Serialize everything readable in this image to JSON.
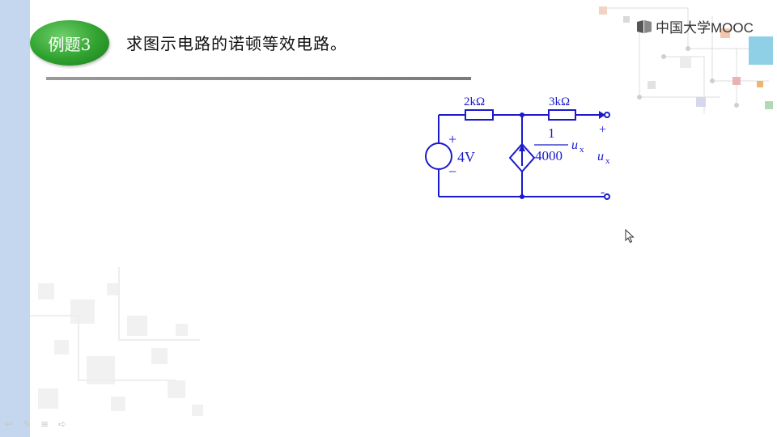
{
  "slide": {
    "badge_label": "例题3",
    "title": "求图示电路的诺顿等效电路。"
  },
  "logo": {
    "text": "中国大学MOOC"
  },
  "circuit": {
    "r1": "2kΩ",
    "r2": "3kΩ",
    "source_voltage": "4V",
    "source_plus": "+",
    "source_minus": "−",
    "gain_numerator": "1",
    "gain_denominator": "4000",
    "gain_var": "u",
    "gain_sub": "x",
    "port_plus": "+",
    "port_minus": "-",
    "port_var": "u",
    "port_sub": "x"
  },
  "colors": {
    "accent_green": "#2fa12e",
    "circuit_blue": "#1a1acc",
    "side_band": "#c5d7ee"
  },
  "toolbar_icons": [
    "undo-icon",
    "pen-icon",
    "menu-icon",
    "next-icon"
  ]
}
